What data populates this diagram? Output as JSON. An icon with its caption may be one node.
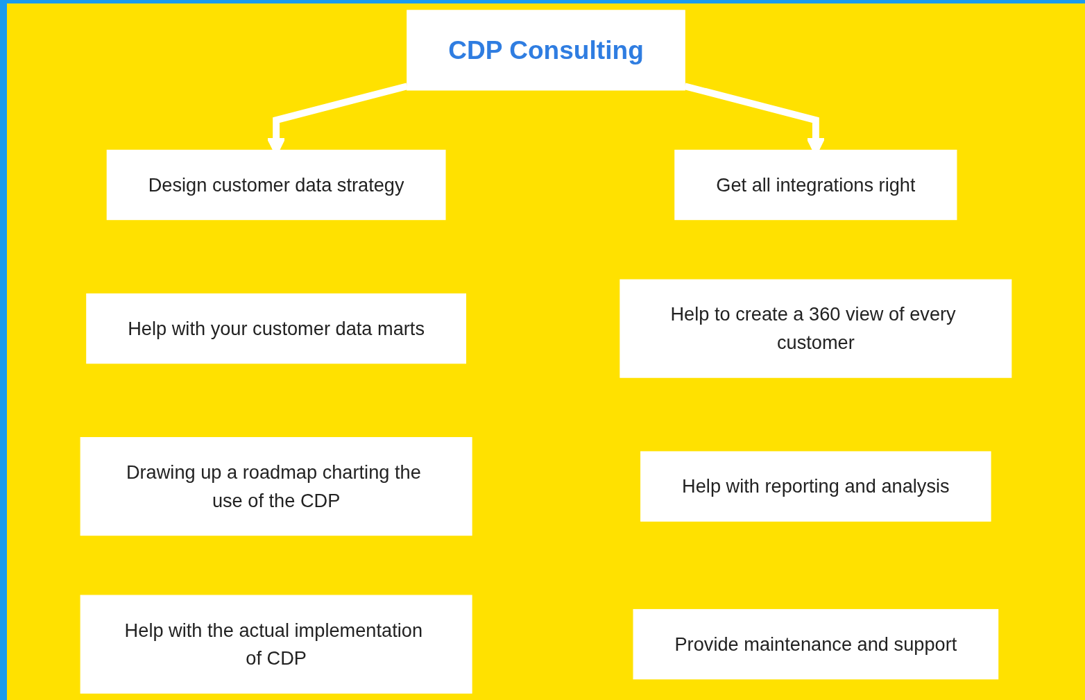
{
  "diagram": {
    "nodes": [
      {
        "text": [
          "CDP Consulting"
        ]
      },
      {
        "text": [
          "Design customer data strategy"
        ]
      },
      {
        "text": [
          "Help with your customer data marts"
        ]
      },
      {
        "text": [
          "Drawing up a roadmap charting the use of the CDP"
        ]
      },
      {
        "text": [
          "Help with the actual implementation of CDP"
        ]
      },
      {
        "text": [
          "Get all integrations right"
        ]
      },
      {
        "text": [
          "Help to create a 360 view of every customer"
        ]
      },
      {
        "text": [
          "Help with reporting and analysis"
        ]
      },
      {
        "text": [
          "Provide maintenance and support"
        ]
      }
    ],
    "edges": [
      {
        "from": 0,
        "to": 1,
        "arrow": "to"
      },
      {
        "from": 0,
        "to": 5,
        "arrow": "to"
      }
    ]
  }
}
